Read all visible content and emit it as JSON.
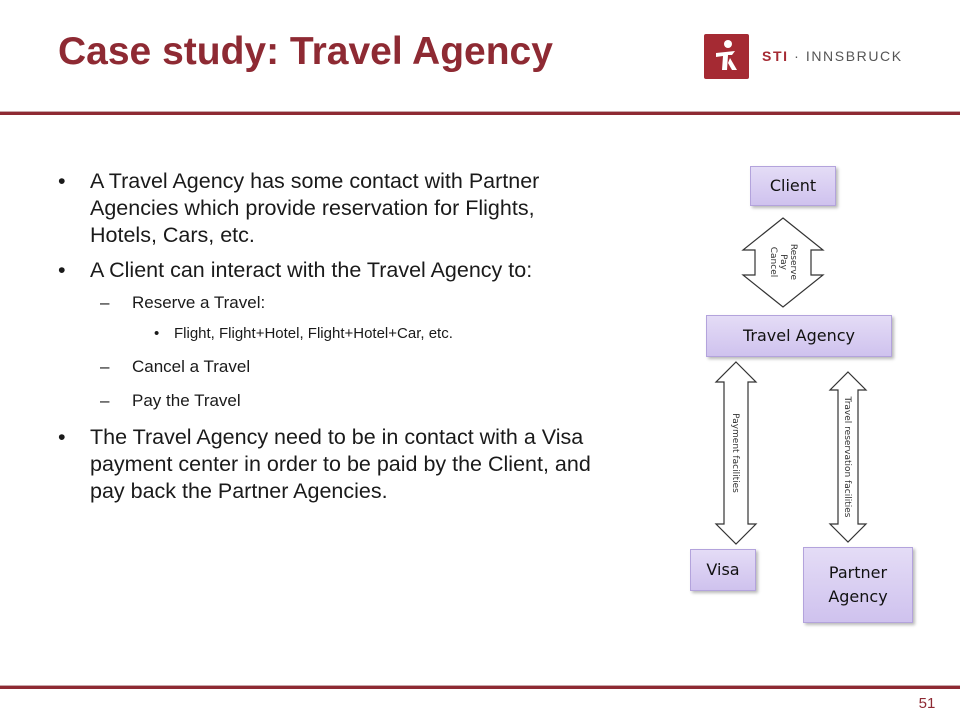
{
  "slide": {
    "title": "Case study: Travel Agency",
    "page_number": "51",
    "logo": {
      "brand": "STI",
      "separator": " · ",
      "name": "INNSBRUCK"
    }
  },
  "bullets": [
    "A Travel Agency has some contact with Partner Agencies which provide reservation for Flights, Hotels, Cars, etc.",
    "A Client can interact with the Travel Agency to:",
    "Reserve a Travel:",
    "Flight, Flight+Hotel, Flight+Hotel+Car, etc.",
    "Cancel a Travel",
    "Pay the Travel",
    "The Travel Agency need to be in contact with a Visa payment center in order to be paid by the Client, and pay back the Partner Agencies."
  ],
  "diagram": {
    "nodes": {
      "client": "Client",
      "travel_agency": "Travel Agency",
      "visa": "Visa",
      "partner_line1": "Partner",
      "partner_line2": "Agency"
    },
    "arrow_labels": {
      "reserve": "Reserve",
      "pay": "Pay",
      "cancel": "Cancel",
      "payment": "Payment facilities",
      "travel_reservation": "Travel reservation facilities"
    }
  },
  "colors": {
    "title": "#8e2a33",
    "accent": "#a52a33",
    "node_fill": "#d9cff2",
    "node_border": "#b3a3dc"
  }
}
